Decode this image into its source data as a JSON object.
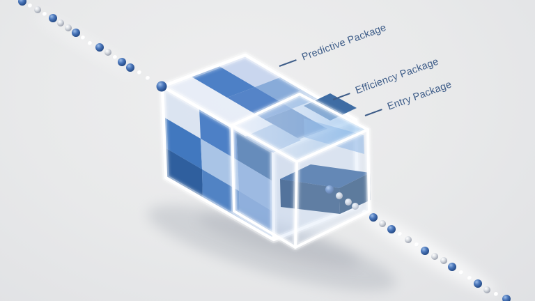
{
  "labels": [
    {
      "text": "Predictive Package"
    },
    {
      "text": "Efficiency Package"
    },
    {
      "text": "Entry Package"
    }
  ],
  "palette": {
    "background": "#e7e8e9",
    "label_text": "#3d5c88",
    "leader_line": "#3d5c88",
    "wireframe": "#ffffff",
    "blue_mid": "#4d80c6",
    "blue_steel": "#4178bf",
    "blue_dark": "#2f5f9e",
    "blue_light": "#a9c4e6",
    "lavender": "#c9d6ee",
    "navy_drawer_top": "#1e4f8e",
    "navy_drawer_front": "#173f70",
    "ball_blue": "#2a5399",
    "ball_silver": "#c2c7d0",
    "ball_white": "#ffffff"
  },
  "chain": {
    "top_segment": [
      [
        18,
        -6,
        "s"
      ],
      [
        32,
        2,
        "b"
      ],
      [
        43,
        8,
        "w"
      ],
      [
        54,
        14,
        "s"
      ],
      [
        64,
        20,
        "w"
      ],
      [
        76,
        26,
        "b"
      ],
      [
        87,
        33,
        "s"
      ],
      [
        98,
        40,
        "s"
      ],
      [
        109,
        47,
        "b"
      ],
      [
        119,
        54,
        "w"
      ],
      [
        129,
        62,
        "w"
      ],
      [
        143,
        68,
        "b"
      ],
      [
        155,
        75,
        "s"
      ],
      [
        165,
        82,
        "w"
      ],
      [
        175,
        89,
        "b"
      ],
      [
        187,
        97,
        "b"
      ],
      [
        200,
        104,
        "w"
      ],
      [
        212,
        112,
        "w"
      ],
      [
        232,
        124,
        "B"
      ]
    ],
    "inside_drawer": [
      [
        473,
        272,
        "b"
      ],
      [
        487,
        281,
        "s"
      ],
      [
        500,
        290,
        "s"
      ],
      [
        510,
        296,
        "s"
      ],
      [
        523,
        304,
        "w"
      ]
    ],
    "bottom_segment": [
      [
        536,
        312,
        "b"
      ],
      [
        549,
        321,
        "s"
      ],
      [
        562,
        329,
        "b"
      ],
      [
        574,
        336,
        "w"
      ],
      [
        586,
        344,
        "s"
      ],
      [
        598,
        351,
        "w"
      ],
      [
        610,
        360,
        "b"
      ],
      [
        624,
        368,
        "s"
      ],
      [
        637,
        374,
        "s"
      ],
      [
        649,
        383,
        "b"
      ],
      [
        662,
        391,
        "w"
      ],
      [
        674,
        399,
        "w"
      ],
      [
        686,
        407,
        "b"
      ],
      [
        699,
        416,
        "s"
      ],
      [
        712,
        422,
        "w"
      ],
      [
        727,
        429,
        "b"
      ],
      [
        742,
        437,
        "s"
      ]
    ]
  }
}
